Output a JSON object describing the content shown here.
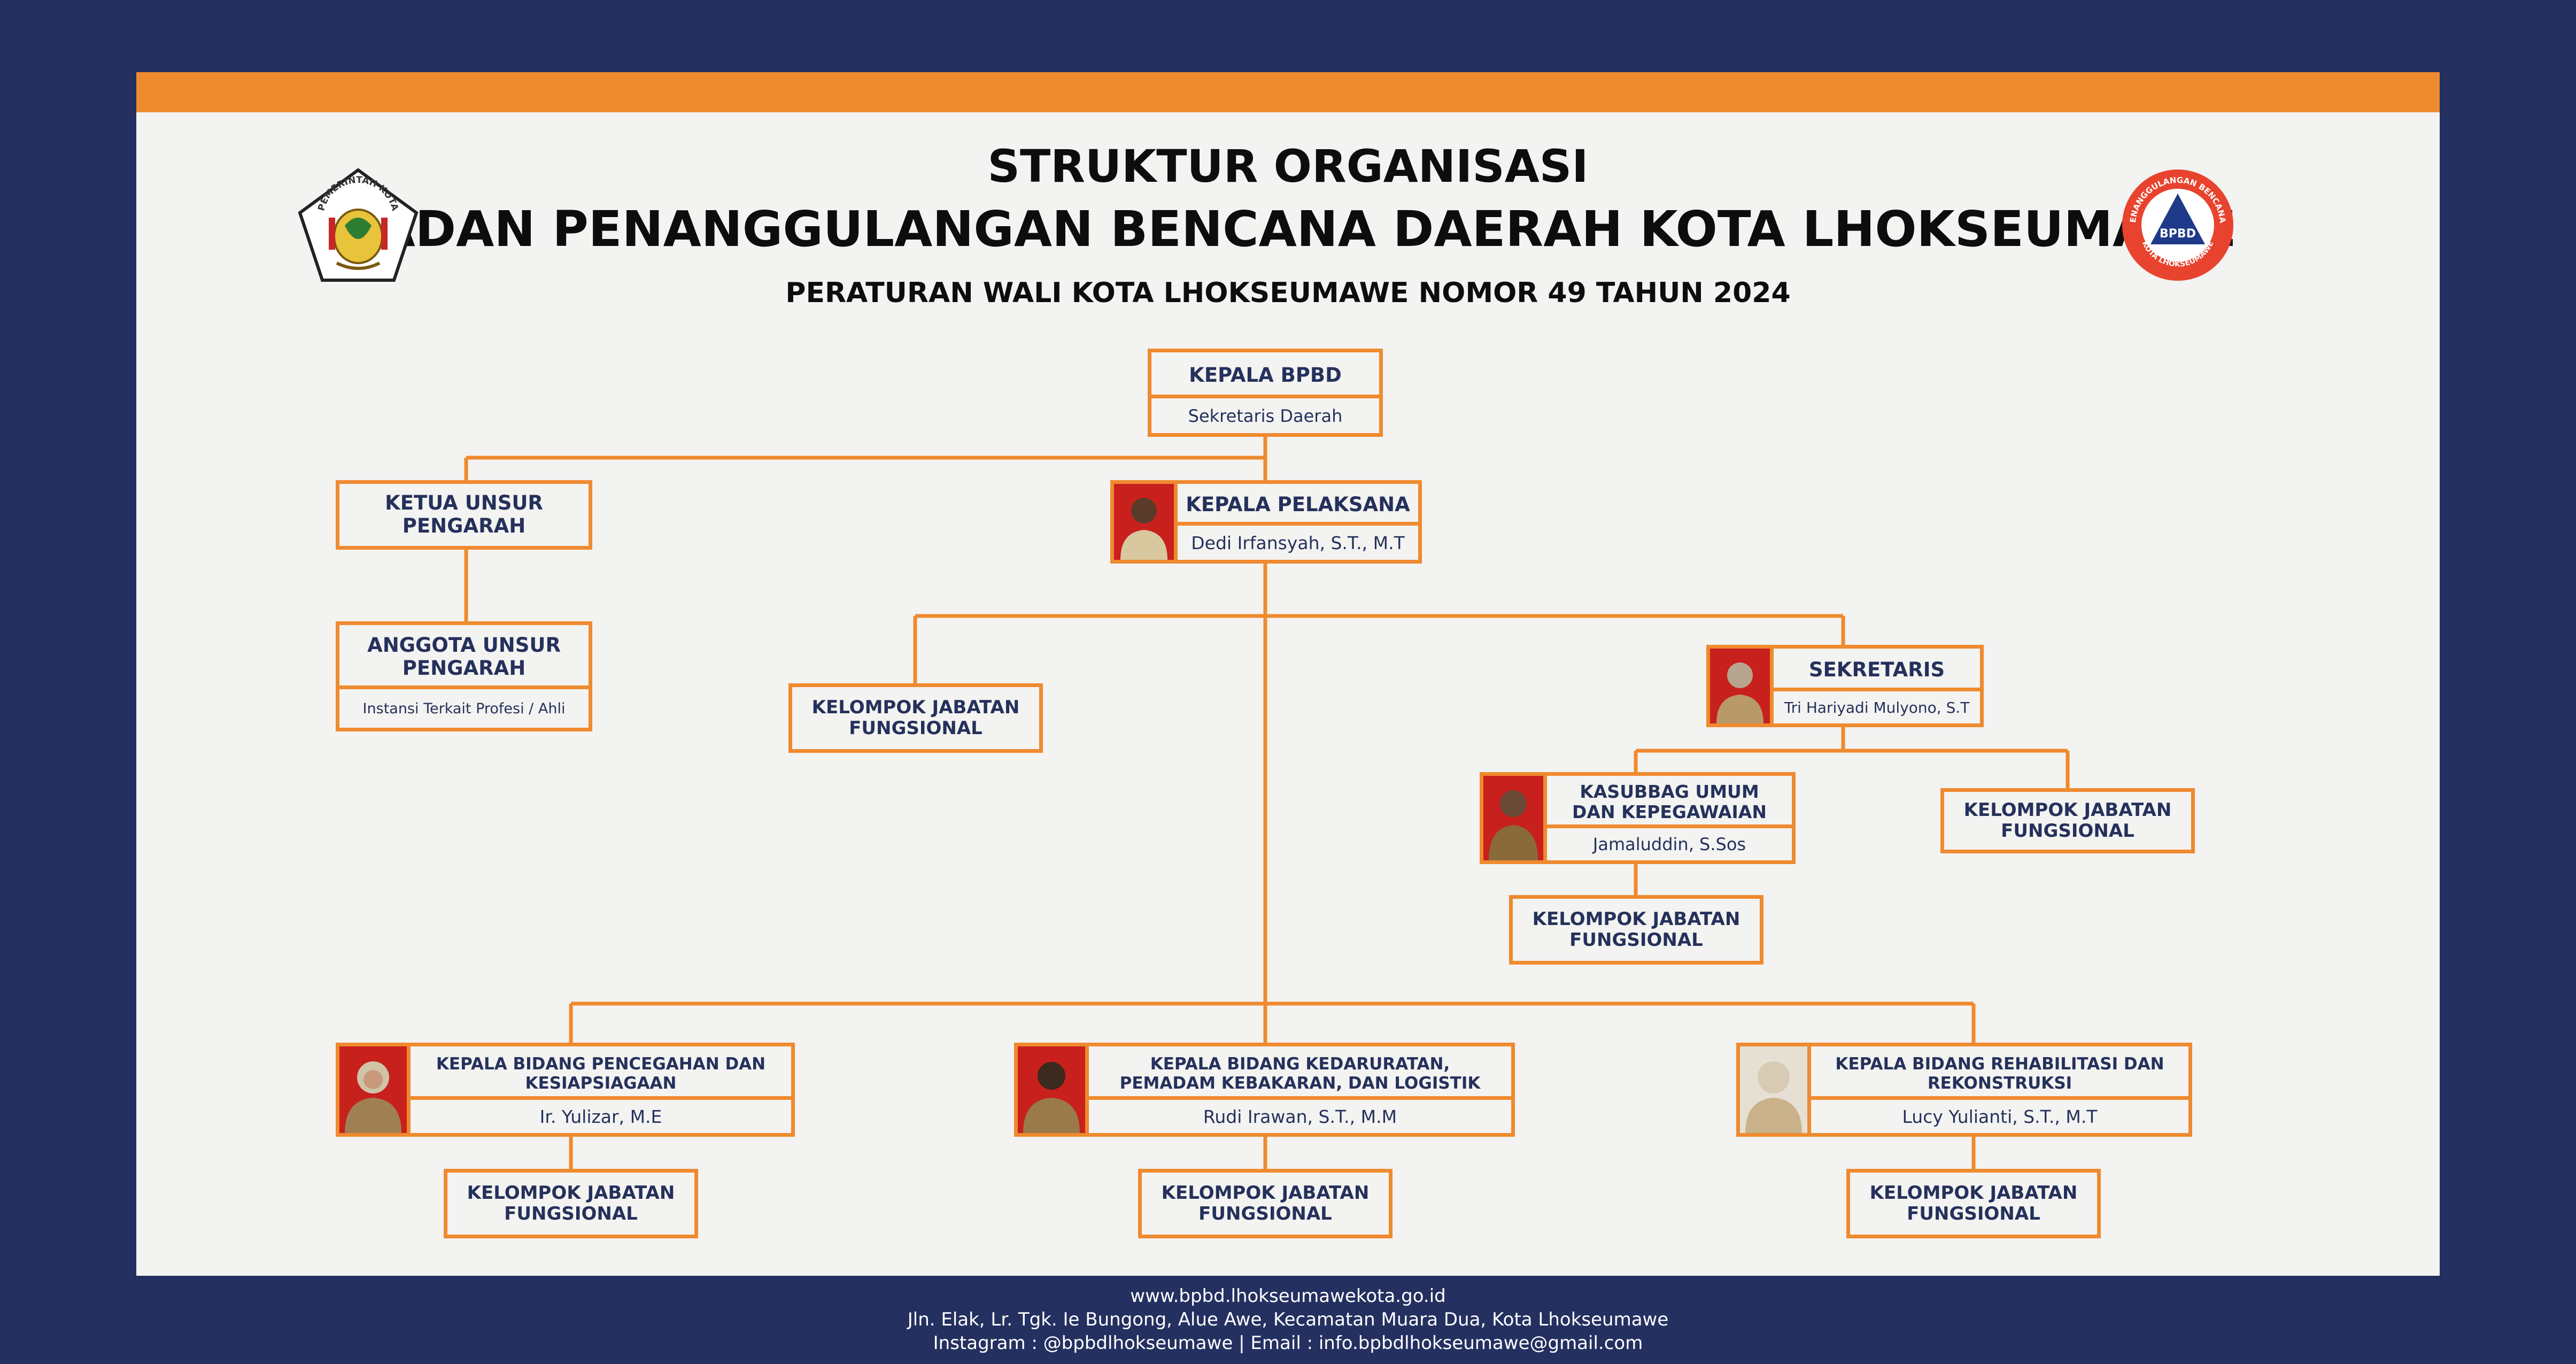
{
  "header": {
    "title_line1": "STRUKTUR ORGANISASI",
    "title_line2": "BADAN PENANGGULANGAN BENCANA DAERAH KOTA LHOKSEUMAWE",
    "subtitle": "PERATURAN WALI KOTA LHOKSEUMAWE NOMOR 49 TAHUN 2024"
  },
  "logos": {
    "left_text": "PEMERINTAH KOTA",
    "right_ring_text": "BADAN PENANGGULANGAN BENCANA DAERAH",
    "right_center": "BPBD",
    "right_bottom": "KOTA LHOKSEUMAWE"
  },
  "nodes": {
    "kepala_bpbd": {
      "title": "KEPALA BPBD",
      "name": "Sekretaris Daerah"
    },
    "ketua_unsur": {
      "title": "KETUA UNSUR PENGARAH"
    },
    "anggota_unsur": {
      "title": "ANGGOTA UNSUR PENGARAH",
      "name": "Instansi Terkait Profesi / Ahli"
    },
    "kepala_pelaksana": {
      "title": "KEPALA PELAKSANA",
      "name": "Dedi Irfansyah, S.T., M.T"
    },
    "kjf_pelaksana": {
      "title": "KELOMPOK JABATAN FUNGSIONAL"
    },
    "sekretaris": {
      "title": "SEKRETARIS",
      "name": "Tri Hariyadi Mulyono, S.T"
    },
    "kasubbag": {
      "title": "KASUBBAG UMUM DAN KEPEGAWAIAN",
      "name": "Jamaluddin, S.Sos"
    },
    "kjf_sekretaris": {
      "title": "KELOMPOK JABATAN FUNGSIONAL"
    },
    "kjf_kasubbag": {
      "title": "KELOMPOK JABATAN FUNGSIONAL"
    },
    "bidang_pencegahan": {
      "title": "KEPALA BIDANG PENCEGAHAN DAN KESIAPSIAGAAN",
      "name": "Ir. Yulizar, M.E"
    },
    "bidang_kedaruratan": {
      "title": "KEPALA BIDANG KEDARURATAN, PEMADAM KEBAKARAN, DAN LOGISTIK",
      "name": "Rudi Irawan, S.T., M.M"
    },
    "bidang_rehabilitasi": {
      "title": "KEPALA BIDANG REHABILITASI DAN REKONSTRUKSI",
      "name": "Lucy Yulianti, S.T., M.T"
    },
    "kjf_pencegahan": {
      "title": "KELOMPOK JABATAN FUNGSIONAL"
    },
    "kjf_kedaruratan": {
      "title": "KELOMPOK JABATAN FUNGSIONAL"
    },
    "kjf_rehabilitasi": {
      "title": "KELOMPOK JABATAN FUNGSIONAL"
    }
  },
  "footer": {
    "website": "www.bpbd.lhokseumawekota.go.id",
    "address": "Jln. Elak, Lr. Tgk. Ie Bungong, Alue Awe, Kecamatan Muara Dua, Kota Lhokseumawe",
    "contact": "Instagram : @bpbdlhokseumawe | Email : info.bpbdlhokseumawe@gmail.com"
  },
  "colors": {
    "background": "#243060",
    "accent": "#ef8a2f",
    "panel": "#f3f3f1",
    "box_text": "#25315c"
  },
  "icons": [
    "city-government-emblem-icon",
    "bpbd-logo-icon",
    "person-photo-icon"
  ]
}
